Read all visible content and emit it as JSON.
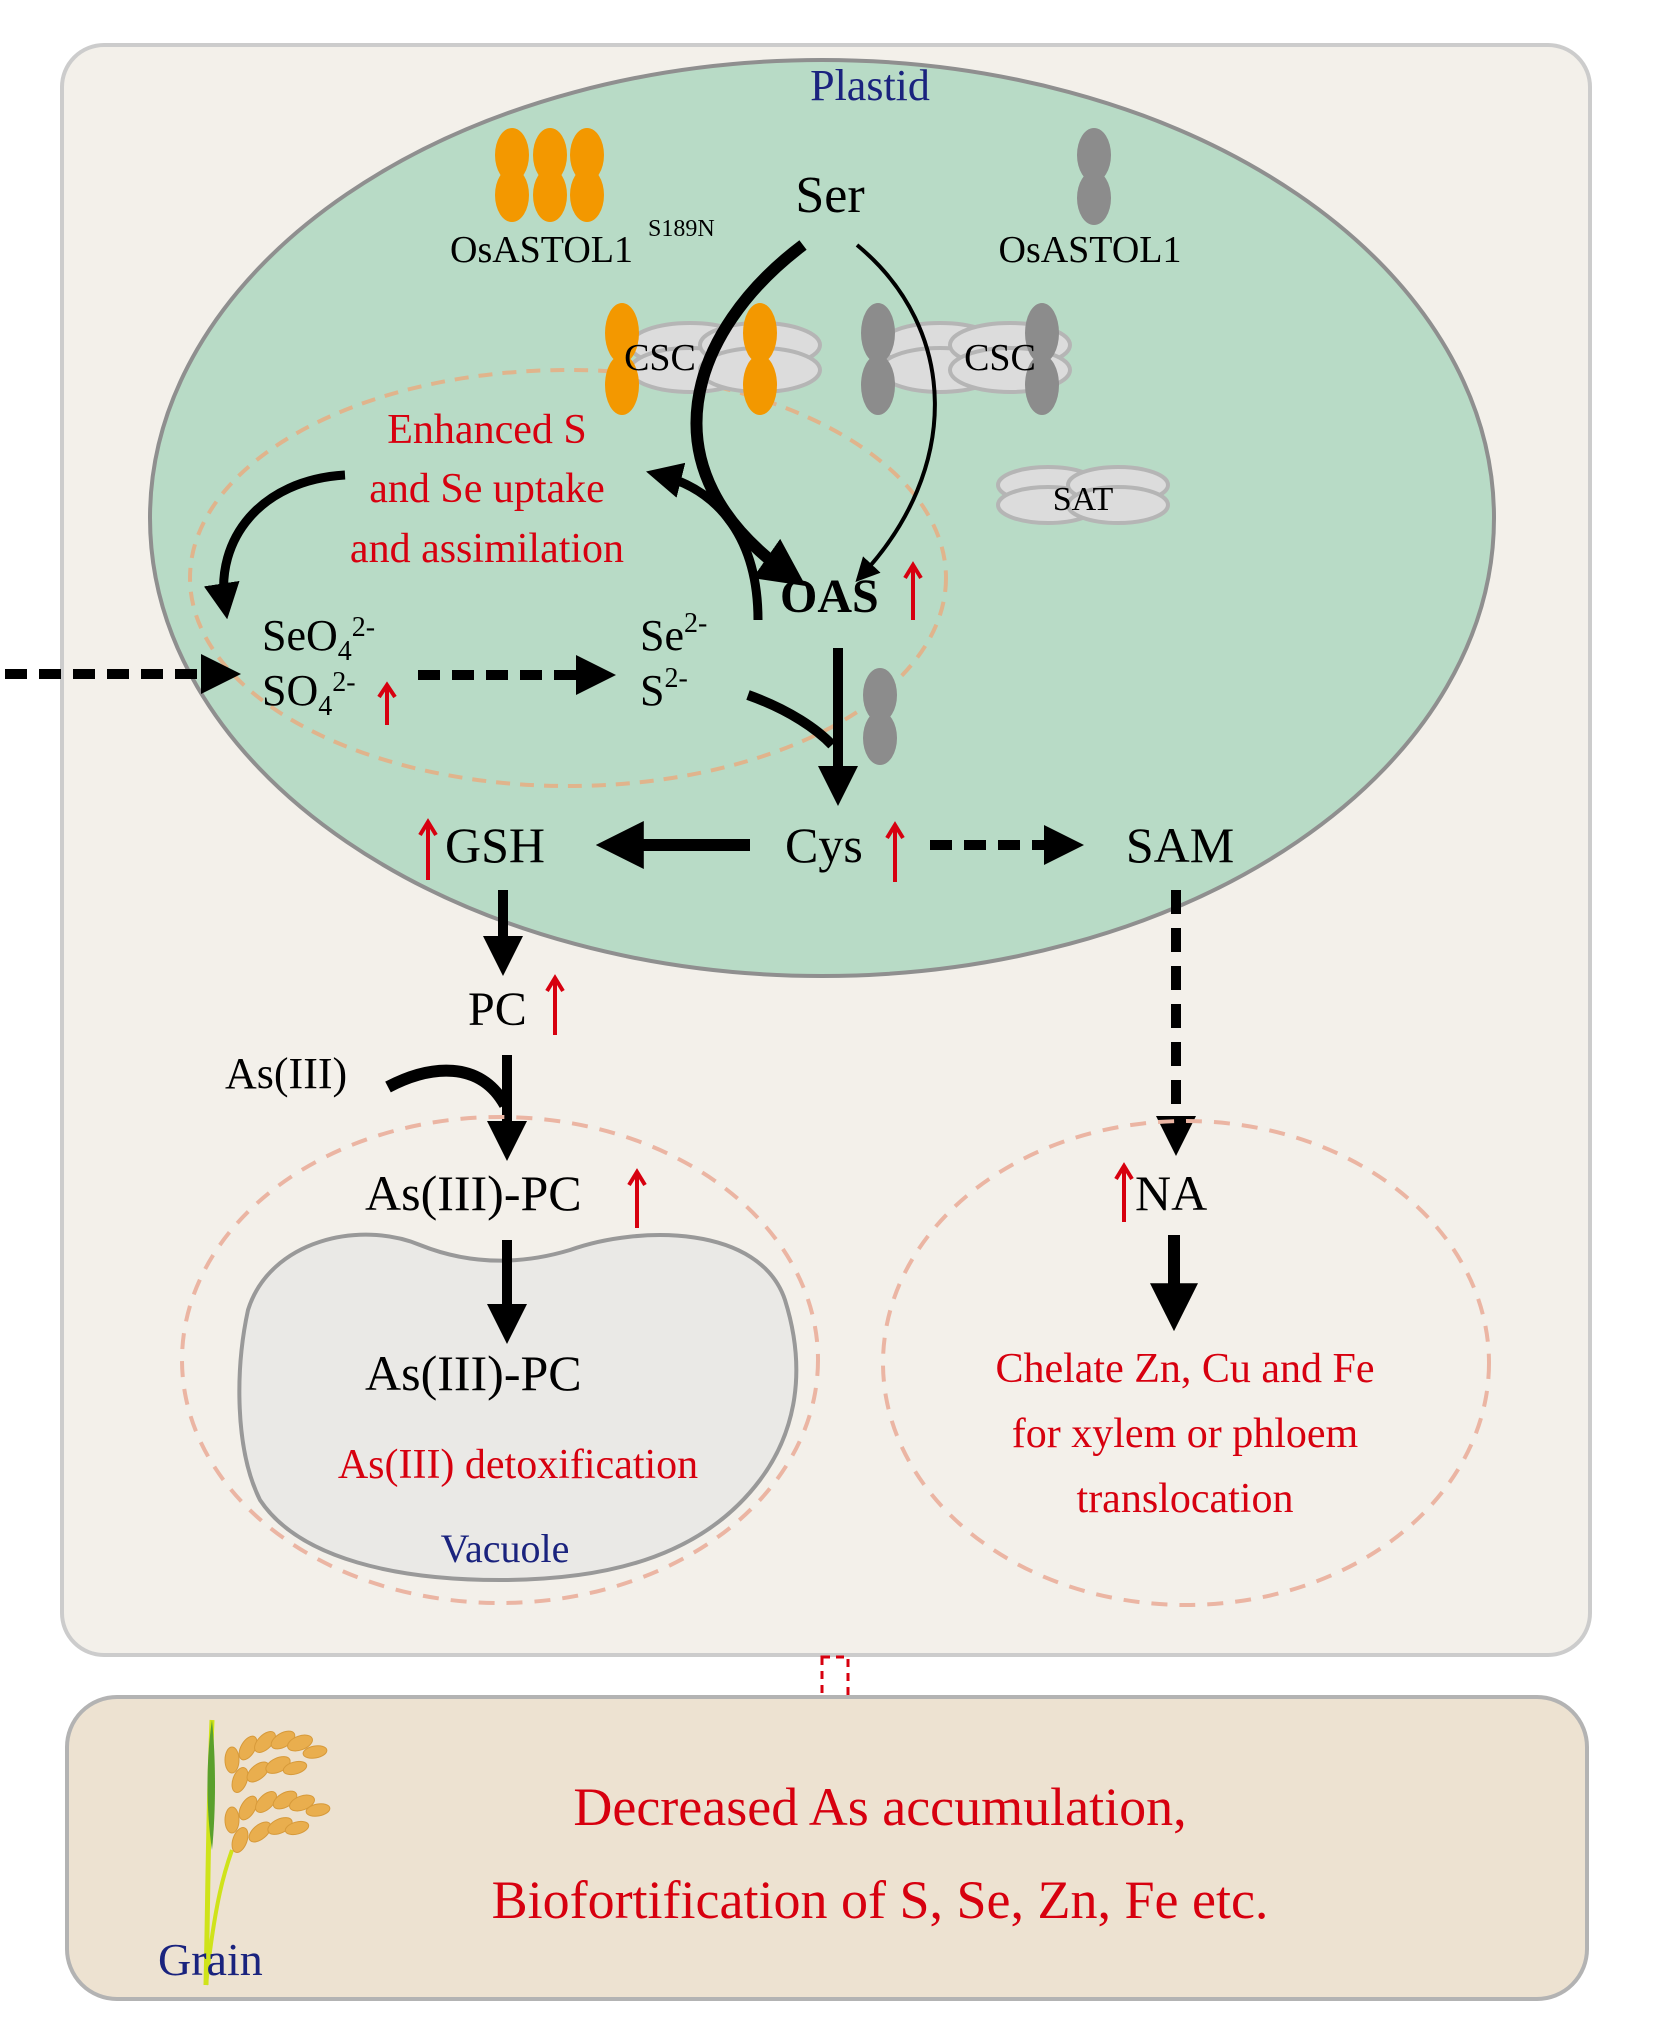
{
  "colors": {
    "cell_fill": "#f3f0ea",
    "cell_border": "#cccccc",
    "plastid_fill": "#b8dbc6",
    "plastid_border": "#8f8f8f",
    "grain_panel_fill": "#ede2d1",
    "grain_panel_border": "#b3b3b3",
    "mutant_protein": "#f39800",
    "wildtype_protein": "#8c8c8c",
    "complex_fill": "#dcdcdc",
    "complex_border": "#b5b5b5",
    "vacuole_fill": "#eae9e6",
    "vacuole_border": "#999999",
    "dashed_circle": "#ebb5a3",
    "inner_dashed": "#e0b48c",
    "highlight_text": "#d7000f",
    "compartment_label": "#1a237e"
  },
  "compartments": {
    "plastid": "Plastid",
    "vacuole": "Vacuole",
    "grain": "Grain"
  },
  "proteins": {
    "mutant": {
      "name": "OsASTOL1",
      "superscript": "S189N"
    },
    "wildtype": {
      "name": "OsASTOL1"
    },
    "csc_left": "CSC",
    "csc_right": "CSC",
    "sat": "SAT"
  },
  "metabolites": {
    "ser": "Ser",
    "oas": "OAS",
    "seo4": {
      "base": "SeO",
      "sub": "4",
      "sup": "2-"
    },
    "so4": {
      "base": "SO",
      "sub": "4",
      "sup": "2-"
    },
    "se2": {
      "base": "Se",
      "sup": "2-"
    },
    "s2": {
      "base": "S",
      "sup": "2-"
    },
    "cys": "Cys",
    "gsh": "GSH",
    "sam": "SAM",
    "pc": "PC",
    "as3": "As(III)",
    "as3_pc_cytosol": "As(III)-PC",
    "as3_pc_vacuole": "As(III)-PC",
    "na": "NA"
  },
  "annotations": {
    "enhanced_uptake": [
      "Enhanced S",
      "and Se uptake",
      "and assimilation"
    ],
    "detox": "As(III) detoxification",
    "chelate": [
      "Chelate Zn, Cu and Fe",
      "for xylem or phloem",
      "translocation"
    ]
  },
  "outcome": {
    "line1": "Decreased As accumulation,",
    "line2": "Biofortification of S, Se, Zn, Fe etc."
  },
  "upregulated": [
    "OAS",
    "SO4",
    "Cys",
    "GSH",
    "PC",
    "As(III)-PC",
    "NA"
  ]
}
